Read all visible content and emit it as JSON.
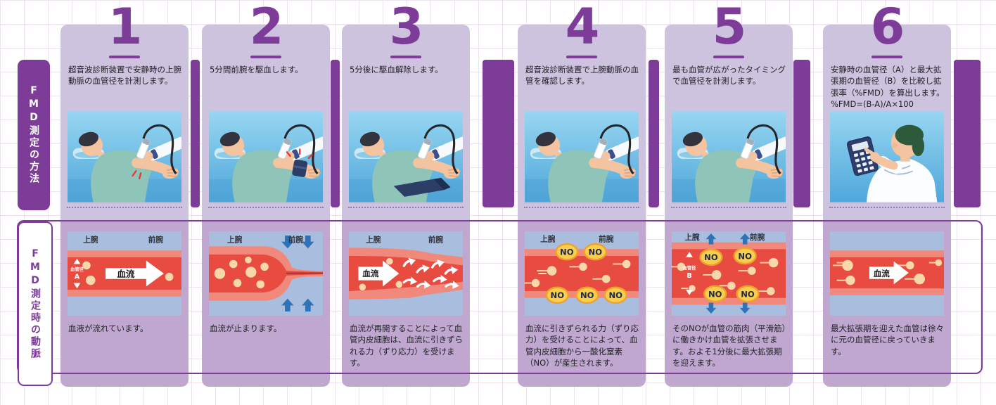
{
  "sidebar": {
    "method_label": "FMD測定の方法",
    "artery_label": "FMD測定時の動脈"
  },
  "diagram_labels": {
    "upper_arm": "上腕",
    "forearm": "前腕",
    "blood_flow": "血流",
    "nitric_oxide": "NO",
    "vessel_diameter": "血管径",
    "diameter_a": "A",
    "diameter_b": "B"
  },
  "steps": [
    {
      "number": "1",
      "description": "超音波診断装置で安静時の上腕動脈の血管径を計測します。",
      "illustration": "patient-ultrasound-probe",
      "artery": "normal-flow",
      "caption": "血液が流れています。"
    },
    {
      "number": "2",
      "description": "5分間前腕を駆血します。",
      "illustration": "patient-ultrasound-cuff-inflated",
      "artery": "occluded-flow-stopped",
      "caption": "血流が止まります。"
    },
    {
      "number": "3",
      "description": "5分後に駆血解除します。",
      "illustration": "patient-ultrasound-cuff-released",
      "artery": "reflow-shear-stress",
      "caption": "血流が再開することによって血管内皮細胞は、血流に引きずられる力（ずり応力）を受けます。"
    },
    {
      "number": "4",
      "description": "超音波診断装置で上腕動脈の血管を確認します。",
      "illustration": "patient-ultrasound-probe",
      "artery": "no-production",
      "caption": "血流に引きずられる力（ずり応力）を受けることによって、血管内皮細胞から一酸化窒素（NO）が産生されます。"
    },
    {
      "number": "5",
      "description": "最も血管が広がったタイミングで血管径を計測します。",
      "illustration": "patient-ultrasound-probe",
      "artery": "dilated-max",
      "caption": "そのNOが血管の筋肉（平滑筋）に働きかけ血管を拡張させます。およそ1分後に最大拡張期を迎えます。"
    },
    {
      "number": "6",
      "description": "安静時の血管径（A）と最大拡張期の血管径（B）を比較し拡張率（%FMD）を算出します。\n%FMD=(B-A)/A×100",
      "illustration": "doctor-calculator",
      "artery": "returning-to-baseline",
      "caption": "最大拡張期を迎えた血管は徐々に元の血管径に戻っていきます。"
    }
  ],
  "colors": {
    "accent_purple": "#7c3c98",
    "card_top": "#cdc3de",
    "card_bottom": "#bfa7d0",
    "vessel_wall": "#f0897b",
    "vessel_lumen": "#e84b40",
    "no_badge": "#f8cf4c",
    "pressure_arrow_blue": "#2f72b5",
    "scene_sky_top": "#97d6f1",
    "scene_sky_bottom": "#4fa7db"
  }
}
